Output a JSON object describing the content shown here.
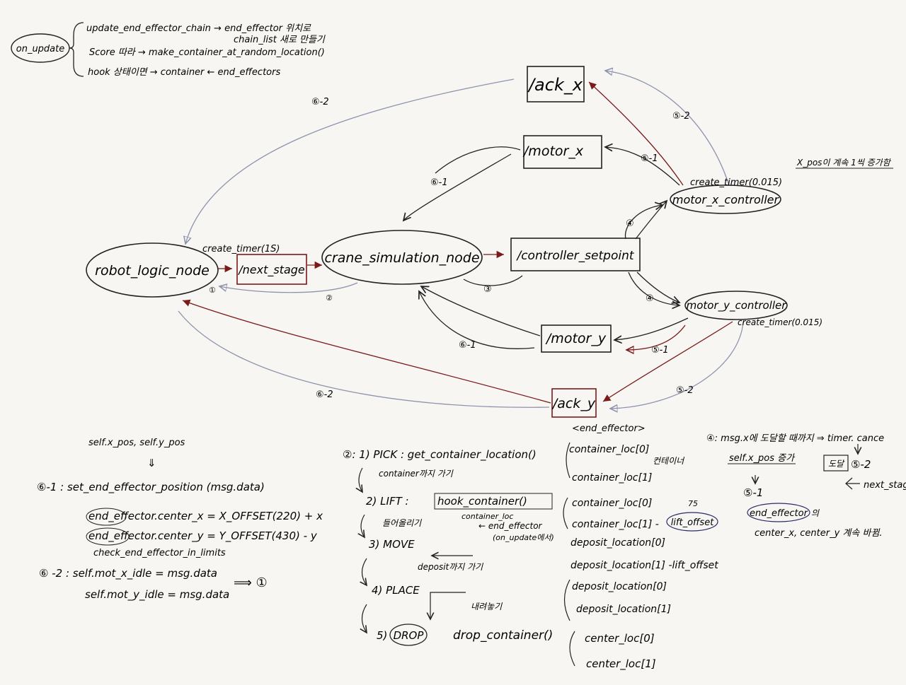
{
  "colors": {
    "ink": "#1a1a1a",
    "red_arrow": "#7a1a1a",
    "blue_arrow": "#8d93ad",
    "paper": "#f7f6f3"
  },
  "header": {
    "badge": "on_update",
    "lines": [
      "update_end_effector_chain → end_effector 위치로",
      "chain_list 새로 만들기",
      "Score 따라 → make_container_at_random_location()",
      "hook 상태이면 → container ← end_effectors"
    ]
  },
  "nodes": {
    "robot_logic": "robot_logic_node",
    "crane_sim": "crane_simulation_node",
    "motor_x_ctrl": "motor_x_controller",
    "motor_y_ctrl": "motor_y_controller"
  },
  "topics": {
    "ack_x": "/ack_x",
    "motor_x": "/motor_x",
    "next_stage": "/next_stage",
    "controller_setpoint": "/controller_setpoint",
    "motor_y": "/motor_y",
    "ack_y": "/ack_y"
  },
  "edge_labels": {
    "e6_2_top": "⑥-2",
    "e5_2_top": "⑤-2",
    "e5_1_top": "⑤-1",
    "e6_1_top": "⑥-1",
    "create_timer_1s": "create_timer(1S)",
    "e1": "①",
    "e2": "②",
    "e3": "③",
    "e4_top": "④",
    "e4_bottom": "④",
    "create_timer_x": "create_timer(0.015)",
    "create_timer_y": "create_timer(0.015)",
    "x_pos_note": "X_pos이 계속 1씩 증가함",
    "e6_1_bottom": "⑥-1",
    "e5_1_bottom": "⑤-1",
    "e6_2_bottom": "⑥-2",
    "e5_2_bottom": "⑤-2",
    "end_effector_tag": "<end_effector>"
  },
  "notes_left": {
    "self_pos": "self.x_pos,   self.y_pos",
    "down_arrow": "⇓",
    "s6_1_title": "⑥-1 :  set_end_effector_position (msg.data)",
    "s6_1_line1": "end_effector.center_x = X_OFFSET(220) + x",
    "s6_1_line2": "end_effector.center_y = Y_OFFSET(430) - y",
    "s6_1_line3": "check_end_effector_in_limits",
    "s6_2_title": "⑥ -2 :  self.mot_x_idle = msg.data",
    "s6_2_line2": "self.mot_y_idle = msg.data",
    "s6_2_result": "⟹ ①"
  },
  "notes_middle": {
    "step1": "②: 1) PICK  :  get_container_location()",
    "step1_sub": "container까지 가기",
    "step2": "2) LIFT :",
    "step2_fn": "hook_container()",
    "step2_sub": "들어올리기",
    "step2_note1": "container_loc",
    "step2_note2": "← end_effector",
    "step2_note3": "(on_update에서)",
    "step3": "3) MOVE",
    "step3_sub": "deposit까지 가기",
    "step4": "4) PLACE",
    "step4_sub": "내려놓기",
    "step5": "5)",
    "step5_badge": "DROP",
    "step5_fn": "drop_container()"
  },
  "notes_right_col": {
    "c1": "container_loc[0]",
    "c2": "container_loc[1]",
    "c_note": "컨테이너",
    "c3": "container_loc[0]",
    "c4": "container_loc[1] -",
    "c4_badge": "lift_offset",
    "c4_top": "75",
    "c5": "deposit_location[0]",
    "c6": "deposit_location[1] -lift_offset",
    "c7": "deposit_location[0]",
    "c8": "deposit_location[1]",
    "c9": "center_loc[0]",
    "c10": "center_loc[1]"
  },
  "notes_far_right": {
    "s4": "④: msg.x에 도달할 때까지 ⇒ timer. cance",
    "s4_line2": "self.x_pos 증가",
    "arrive_badge": "도달",
    "arrive_result": "⑤-2",
    "next_stage": "next_stage",
    "s5_1": "⑤-1",
    "s5_1_badge": "end_effector",
    "s5_1_suffix": "의",
    "s5_1_line2": "center_x, center_y 계속 바뀜."
  }
}
